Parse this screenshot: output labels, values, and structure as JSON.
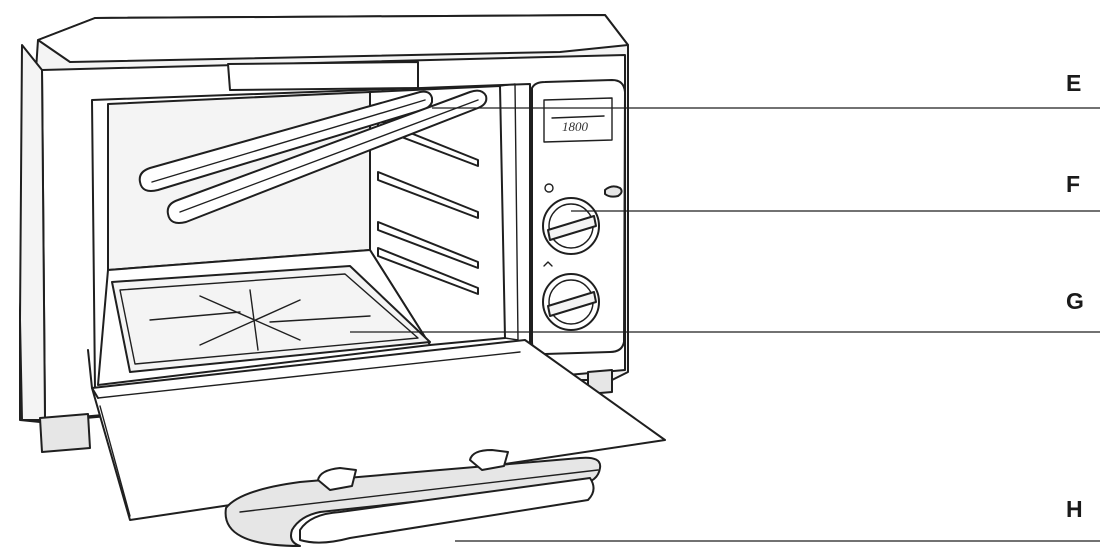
{
  "brand_label": "1800",
  "callouts": [
    {
      "letter": "E",
      "icon": "upper-heating-element"
    },
    {
      "letter": "F",
      "icon": "temperature-control-dial"
    },
    {
      "letter": "G",
      "icon": "timer-control-dial"
    },
    {
      "letter": "H",
      "icon": "door-handle"
    }
  ],
  "colors": {
    "line": "#1f1f1f",
    "background": "#ffffff"
  }
}
